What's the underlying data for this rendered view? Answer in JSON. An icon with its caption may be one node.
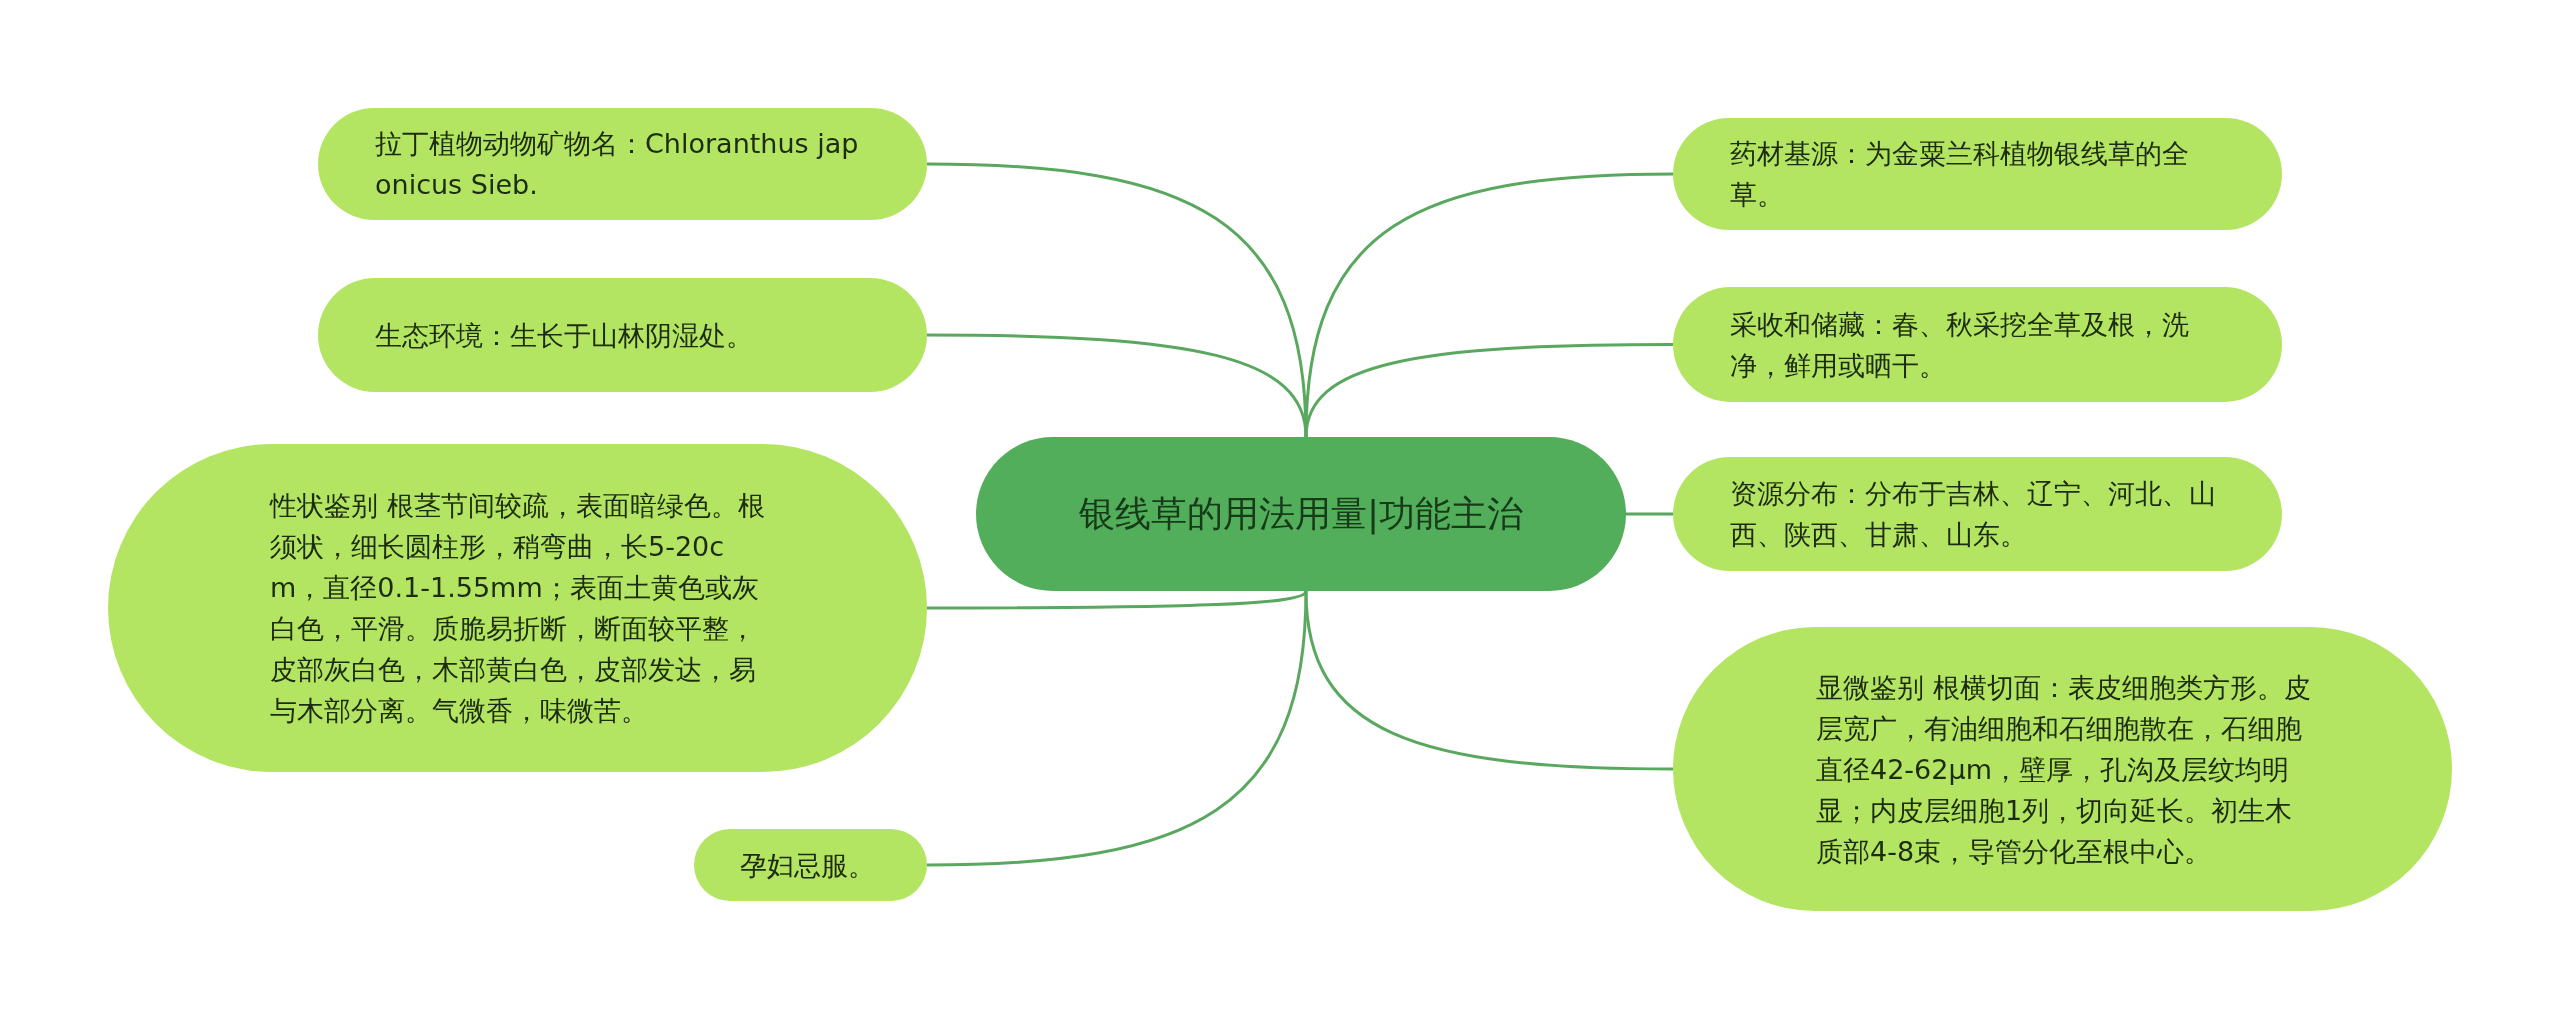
{
  "diagram": {
    "nodes": [
      {
        "text": [
          "银线草的用法用量|功能主治"
        ]
      },
      {
        "text": [
          "拉丁植物动物矿物名：Chloranthus japonicus Sieb."
        ]
      },
      {
        "text": [
          "生态环境：生长于山林阴湿处。"
        ]
      },
      {
        "text": [
          "性状鉴别 根茎节间较疏，表面暗绿色。根须状，细长圆柱形，稍弯曲，长5-20cm，直径0.1-1.55mm；表面土黄色或灰白色，平滑。质脆易折断，断面较平整，皮部灰白色，木部黄白色，皮部发达，易与木部分离。气微香，味微苦。"
        ]
      },
      {
        "text": [
          "孕妇忌服。"
        ]
      },
      {
        "text": [
          "药材基源：为金粟兰科植物银线草的全草。"
        ]
      },
      {
        "text": [
          "采收和储藏：春、秋采挖全草及根，洗净，鲜用或晒干。"
        ]
      },
      {
        "text": [
          "资源分布：分布于吉林、辽宁、河北、山西、陕西、甘肃、山东。"
        ]
      },
      {
        "text": [
          "显微鉴别 根横切面：表皮细胞类方形。皮层宽广，有油细胞和石细胞散在，石细胞直径42-62μm，壁厚，孔沟及层纹均明显；内皮层细胞1列，切向延长。初生木质部4-8束，导管分化至根中心。"
        ]
      }
    ],
    "edges": [
      {
        "from": 0,
        "to": 1,
        "arrow": "none"
      },
      {
        "from": 0,
        "to": 2,
        "arrow": "none"
      },
      {
        "from": 0,
        "to": 3,
        "arrow": "none"
      },
      {
        "from": 0,
        "to": 4,
        "arrow": "none"
      },
      {
        "from": 0,
        "to": 5,
        "arrow": "none"
      },
      {
        "from": 0,
        "to": 6,
        "arrow": "none"
      },
      {
        "from": 0,
        "to": 7,
        "arrow": "none"
      },
      {
        "from": 0,
        "to": 8,
        "arrow": "none"
      }
    ]
  }
}
